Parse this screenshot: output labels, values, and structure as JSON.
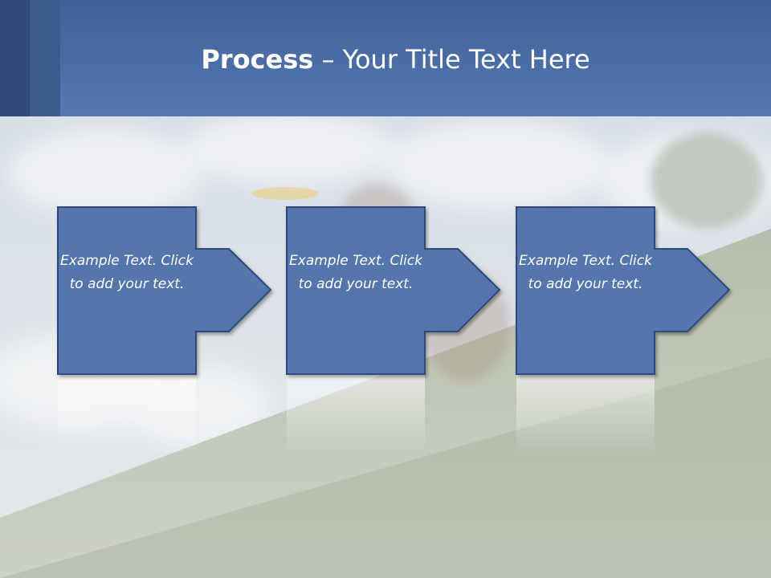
{
  "title": {
    "bold": "Process",
    "rest": " – Your Title Text Here"
  },
  "steps": [
    {
      "text": "Example Text. Click  to add your text."
    },
    {
      "text": "Example Text. Click  to add your text."
    },
    {
      "text": "Example Text. Click  to add your text."
    }
  ],
  "colors": {
    "header": "#5679b4",
    "box_fill": "#5576ac",
    "box_border": "#2f4a7c"
  }
}
